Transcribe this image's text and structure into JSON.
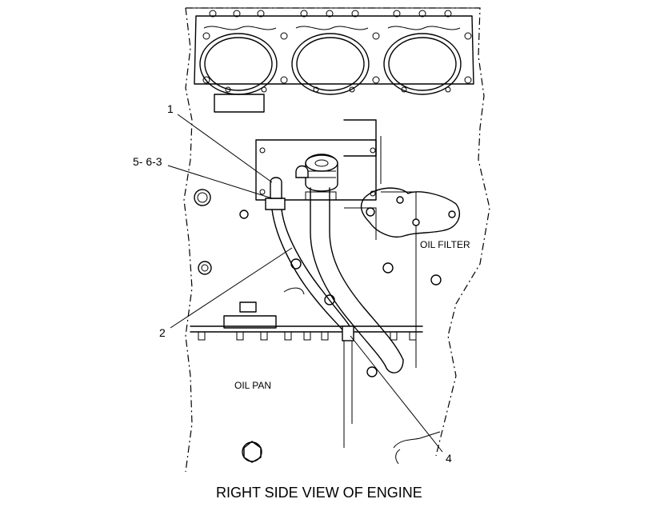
{
  "callouts": {
    "c1": "1",
    "c563": "5- 6-3",
    "c2": "2",
    "c4": "4"
  },
  "areas": {
    "oil_filter": "OIL FILTER",
    "oil_pan": "OIL PAN"
  },
  "caption": "RIGHT SIDE VIEW OF ENGINE"
}
